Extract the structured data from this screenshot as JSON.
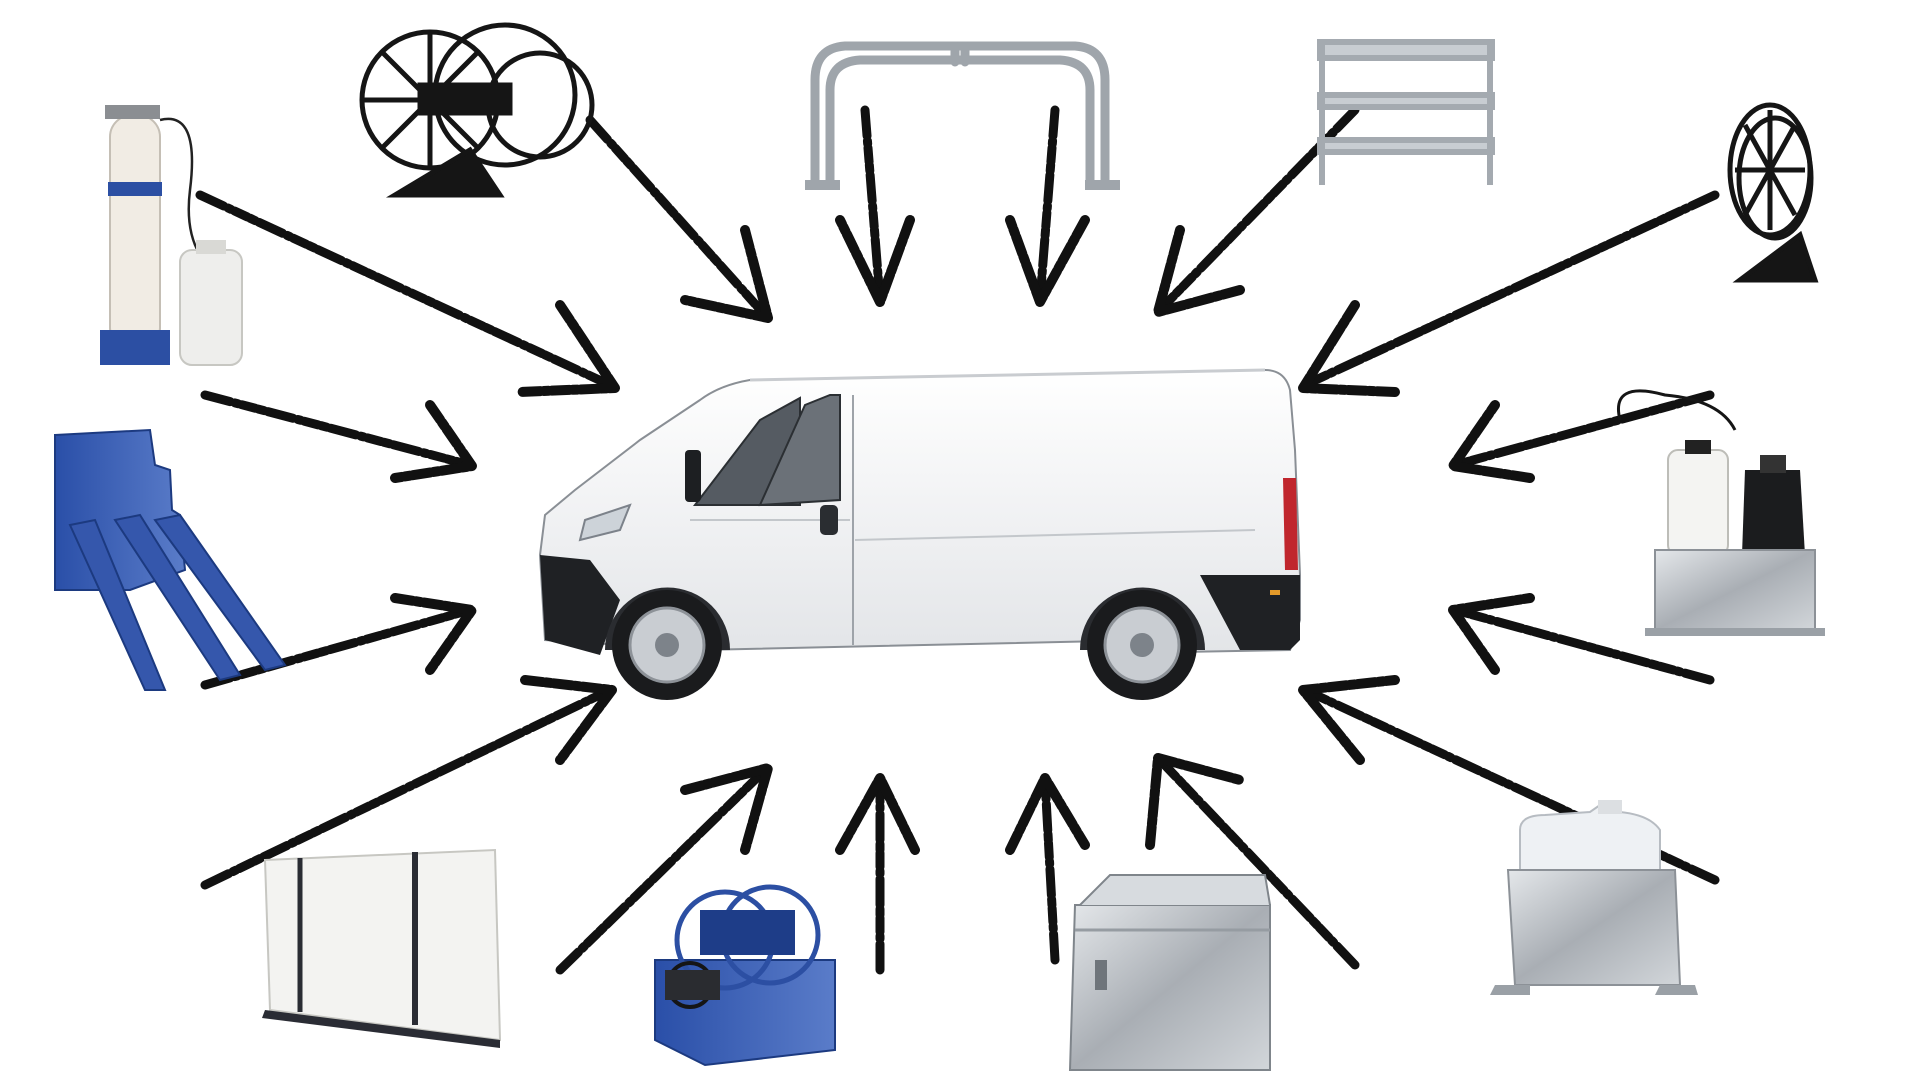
{
  "scene": {
    "background": "#ffffff",
    "arrow_color": "#111111",
    "center": {
      "object": "cargo-van",
      "color": "#f2f3f4"
    },
    "accessories": [
      {
        "id": "water-filter-unit",
        "icon": "water-filter-icon"
      },
      {
        "id": "hose-reel-black-large",
        "icon": "hose-reel-icon"
      },
      {
        "id": "tubular-steel-rack",
        "icon": "tube-rack-icon"
      },
      {
        "id": "aluminium-shelf-frame",
        "icon": "shelf-frame-icon"
      },
      {
        "id": "hose-reel-black-upright",
        "icon": "hose-reel-icon"
      },
      {
        "id": "pump-sprayer-in-holder",
        "icon": "sprayer-holder-icon"
      },
      {
        "id": "canister-in-holder",
        "icon": "canister-holder-icon"
      },
      {
        "id": "steel-storage-box",
        "icon": "steel-box-icon"
      },
      {
        "id": "blue-hose-reel-with-pump",
        "icon": "pump-reel-icon"
      },
      {
        "id": "white-water-tank",
        "icon": "water-tank-icon"
      },
      {
        "id": "blue-step-ramp",
        "icon": "ramp-icon"
      }
    ],
    "accent_colors": {
      "blue": "#2c4fa3",
      "steel": "#b9bec4",
      "black": "#111111"
    }
  }
}
